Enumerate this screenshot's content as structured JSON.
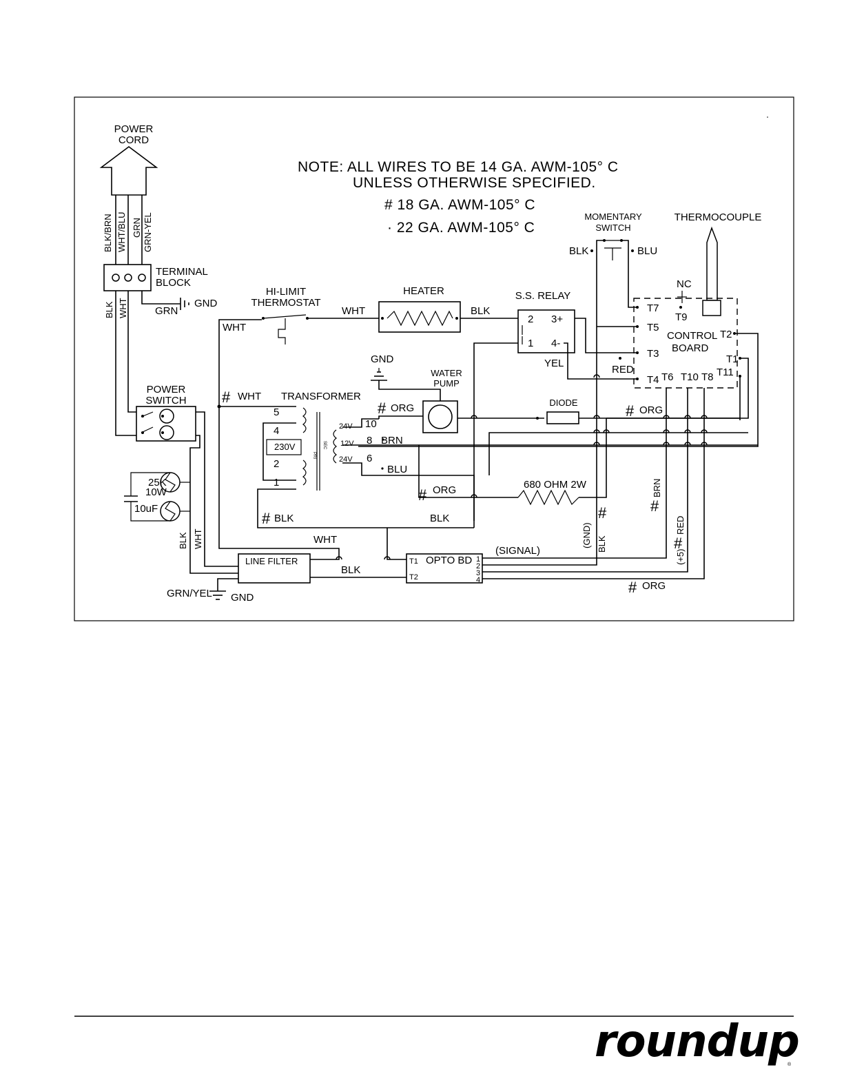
{
  "note": {
    "line1": "NOTE:  ALL WIRES TO BE 14 GA. AWM-105° C",
    "line2": "UNLESS OTHERWISE SPECIFIED.",
    "line3": "#  18  GA.  AWM-105° C",
    "line4": "·  22  GA.  AWM-105° C"
  },
  "components": {
    "power_cord": [
      "POWER",
      "CORD"
    ],
    "terminal_block": [
      "TERMINAL",
      "BLOCK"
    ],
    "power_switch": [
      "POWER",
      "SWITCH"
    ],
    "hi_limit": [
      "HI-LIMIT",
      "THERMOSTAT"
    ],
    "heater": "HEATER",
    "ss_relay": "S.S. RELAY",
    "momentary_switch": [
      "MOMENTARY",
      "SWITCH"
    ],
    "thermocouple": "THERMOCOUPLE",
    "control_board": [
      "CONTROL",
      "BOARD"
    ],
    "transformer": "TRANSFORMER",
    "water_pump": [
      "WATER",
      "PUMP"
    ],
    "diode": "DIODE",
    "resistor": "680 OHM 2W",
    "line_filter": "LINE FILTER",
    "opto_bd": "OPTO BD",
    "capacitor": "10uF",
    "varistor": [
      "25K",
      "10W"
    ]
  },
  "wire_labels": {
    "blk_brn": "BLK/BRN",
    "wht_blu": "WHT/BLU",
    "grn": "GRN",
    "grn_yel": "GRN-YEL",
    "blk": "BLK",
    "wht": "WHT",
    "gnd": "GND",
    "org": "ORG",
    "brn": "BRN",
    "blu": "BLU",
    "yel": "YEL",
    "red": "RED",
    "nc": "NC",
    "signal": "(SIGNAL)",
    "gnd_paren": "(GND)",
    "plus5": "(+5)",
    "grn_yel_slash": "GRN/YEL",
    "hash": "#",
    "volt_24": "24V",
    "volt_12": "12V",
    "volt_230": "230V",
    "pri": "PRI",
    "sec": "SEC"
  },
  "transformer_taps": {
    "primary": [
      "5",
      "4",
      "2",
      "1"
    ],
    "secondary": [
      "10",
      "8",
      "6"
    ]
  },
  "terminals": {
    "relay": [
      "2",
      "1",
      "3+",
      "4-"
    ],
    "board_left": [
      "T7",
      "T5",
      "T3",
      "T4"
    ],
    "board_top": "T9",
    "board_right": [
      "T2",
      "T1",
      "T11"
    ],
    "board_bottom": [
      "T6",
      "T10",
      "T8"
    ],
    "opto_left": [
      "T1",
      "T2"
    ],
    "opto_right": [
      "1",
      "2",
      "3",
      "4"
    ]
  },
  "brand": {
    "name": "roundup",
    "mark": "®"
  }
}
